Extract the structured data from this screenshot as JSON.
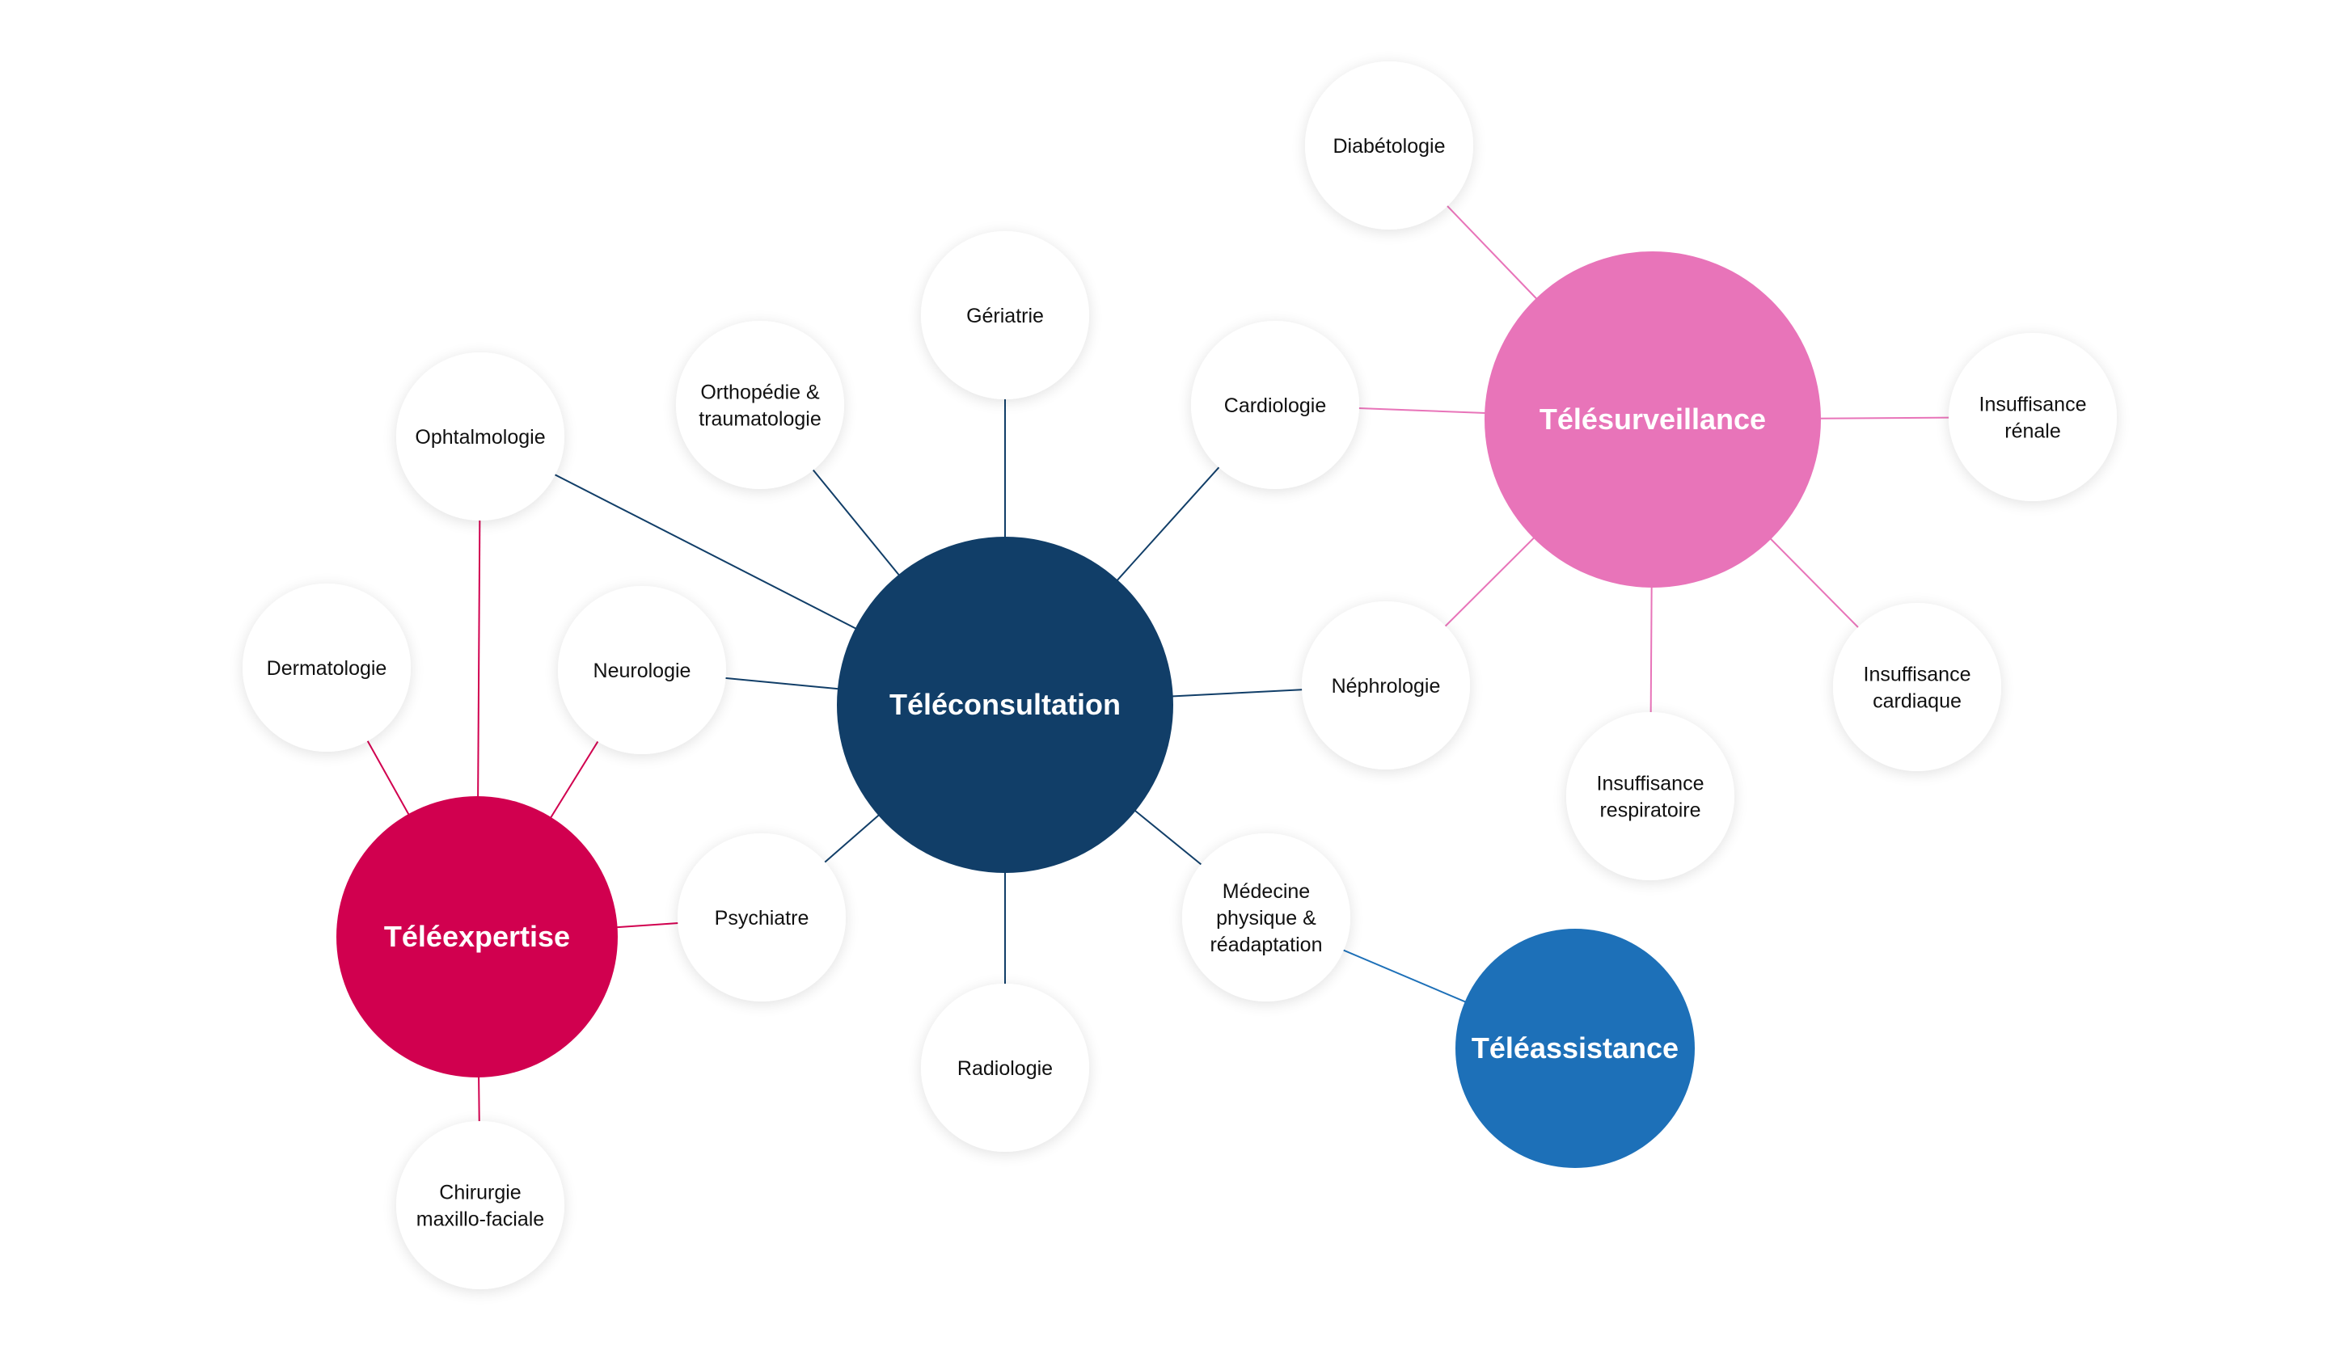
{
  "colors": {
    "teleconsultation": "#113e68",
    "telesurveillance": "#e874b9",
    "teleexpertise": "#d1004f",
    "teleassistance": "#1d70b8"
  },
  "hubs": {
    "teleconsultation": "Téléconsultation",
    "telesurveillance": "Télésurveillance",
    "teleexpertise": "Téléexpertise",
    "teleassistance": "Téléassistance"
  },
  "specialties": {
    "diabetologie": [
      "Diabétologie"
    ],
    "geriatrie": [
      "Gériatrie"
    ],
    "orthopedie": [
      "Orthopédie &",
      "traumatologie"
    ],
    "cardiologie": [
      "Cardiologie"
    ],
    "ophtalmologie": [
      "Ophtalmologie"
    ],
    "insuffisance_renale": [
      "Insuffisance",
      "rénale"
    ],
    "dermatologie": [
      "Dermatologie"
    ],
    "neurologie": [
      "Neurologie"
    ],
    "nephrologie": [
      "Néphrologie"
    ],
    "insuffisance_cardiaque": [
      "Insuffisance",
      "cardiaque"
    ],
    "insuffisance_respiratoire": [
      "Insuffisance",
      "respiratoire"
    ],
    "medecine_physique": [
      "Médecine",
      "physique &",
      "réadaptation"
    ],
    "psychiatre": [
      "Psychiatre"
    ],
    "radiologie": [
      "Radiologie"
    ],
    "chirurgie": [
      "Chirurgie",
      "maxillo-faciale"
    ]
  }
}
